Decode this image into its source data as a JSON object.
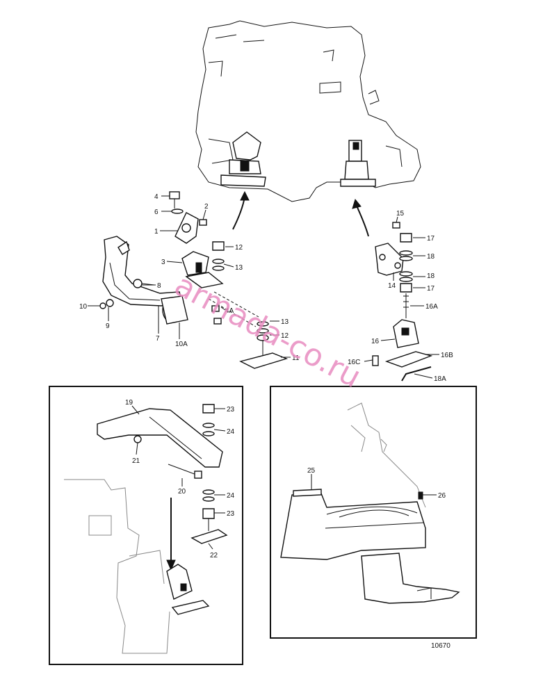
{
  "drawing_number": "10670",
  "watermark": "armada-co.ru",
  "callouts": {
    "c1": "1",
    "c2": "2",
    "c3": "3",
    "c4": "4",
    "c4a": "4A",
    "c6": "6",
    "c7": "7",
    "c8": "8",
    "c9": "9",
    "c10": "10",
    "c10a": "10A",
    "c11": "11",
    "c12a": "12",
    "c12b": "12",
    "c13a": "13",
    "c13b": "13",
    "c14": "14",
    "c15": "15",
    "c16": "16",
    "c16a": "16A",
    "c16b": "16B",
    "c16c": "16C",
    "c17a": "17",
    "c17b": "17",
    "c18a": "18",
    "c18b": "18",
    "c18a2": "18A",
    "c19": "19",
    "c20": "20",
    "c21": "21",
    "c22": "22",
    "c23a": "23",
    "c23b": "23",
    "c24a": "24",
    "c24b": "24",
    "c25": "25",
    "c26": "26"
  }
}
